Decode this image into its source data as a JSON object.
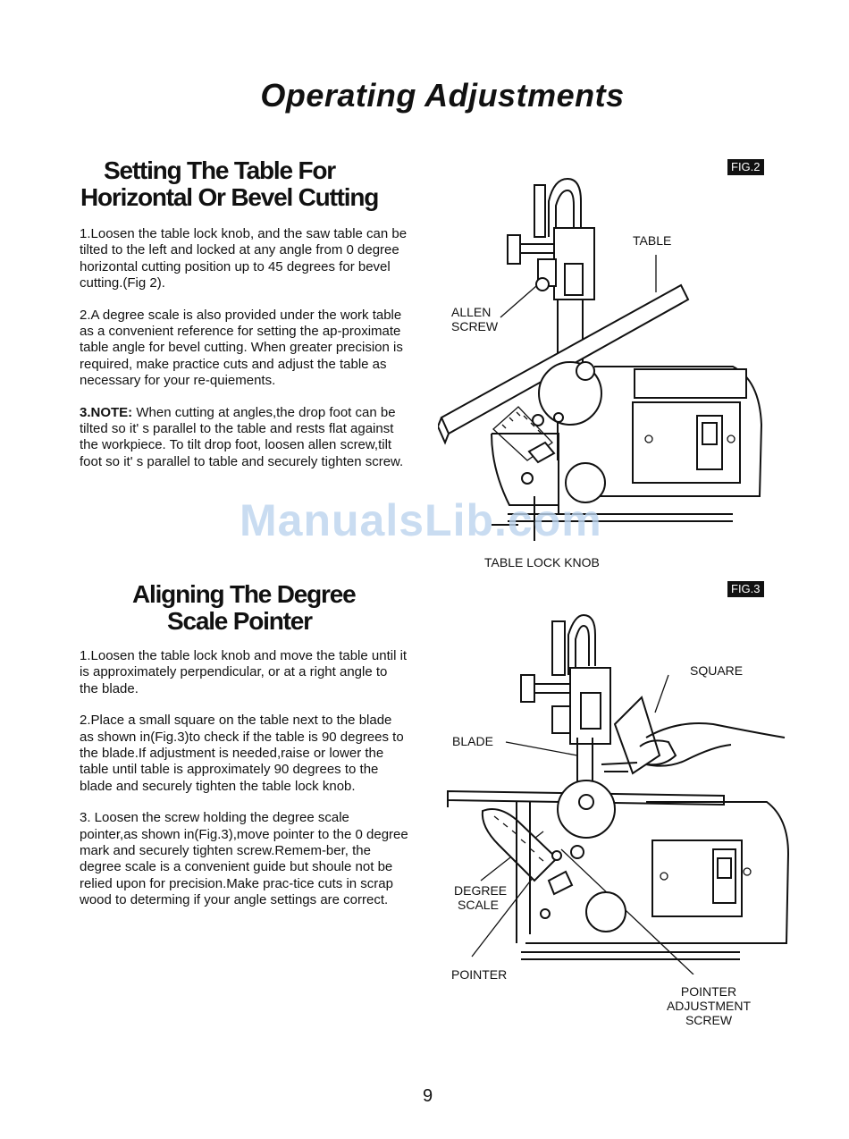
{
  "page": {
    "title": "Operating Adjustments",
    "watermark": "ManualsLib.com",
    "page_number": "9"
  },
  "section1": {
    "heading_line1": "Setting The Table For",
    "heading_line2": "Horizontal Or Bevel Cutting",
    "p1": "1.Loosen the table lock knob, and the saw table can be tilted to the left and locked at any angle from 0 degree horizontal cutting position up to 45 degrees for bevel cutting.(Fig 2).",
    "p2": "2.A degree scale is also provided under the work table as a convenient reference for setting the ap-proximate table angle for bevel cutting. When greater precision is required, make practice cuts and adjust the table as necessary for your re-quiements.",
    "p3_label": "3.NOTE:",
    "p3": " When cutting at angles,the drop foot can be tilted so it' s parallel to the table and rests flat against the workpiece. To tilt drop foot, loosen allen screw,tilt foot so it' s parallel to table and securely tighten screw."
  },
  "section2": {
    "heading_line1": "Aligning The Degree",
    "heading_line2": "Scale Pointer",
    "p1": "1.Loosen the table lock knob and move the table until it is approximately perpendicular, or at a right angle to the blade.",
    "p2": "2.Place a small square on the table next to the blade as shown in(Fig.3)to check if the table is 90 degrees to the blade.If adjustment is needed,raise or lower the table until table is approximately 90 degrees to the blade and securely tighten the table lock knob.",
    "p3": "3. Loosen the screw holding the degree scale pointer,as shown in(Fig.3),move pointer to the 0 degree mark and securely tighten screw.Remem-ber, the degree scale is a convenient guide but shoule not be relied upon for precision.Make prac-tice cuts in scrap wood to determing if your angle settings are correct."
  },
  "fig2": {
    "tag": "FIG.2",
    "label_table": "TABLE",
    "label_allen_1": "ALLEN",
    "label_allen_2": "SCREW",
    "label_knob": "TABLE LOCK KNOB"
  },
  "fig3": {
    "tag": "FIG.3",
    "label_square": "SQUARE",
    "label_blade": "BLADE",
    "label_degree_1": "DEGREE",
    "label_degree_2": "SCALE",
    "label_pointer": "POINTER",
    "label_pas_1": "POINTER",
    "label_pas_2": "ADJUSTMENT",
    "label_pas_3": "SCREW"
  }
}
